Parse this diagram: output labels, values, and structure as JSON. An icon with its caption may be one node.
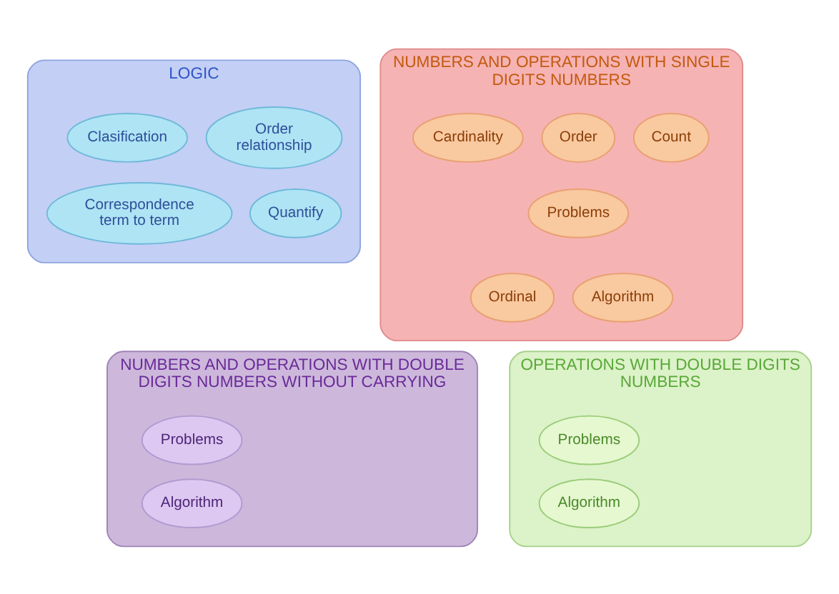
{
  "diagram": {
    "nodes": [
      {
        "text": [
          "LOGIC"
        ]
      },
      {
        "text": [
          "Clasification"
        ],
        "in": 0
      },
      {
        "text": [
          "Order relationship"
        ],
        "in": 0
      },
      {
        "text": [
          "Correspondence term to term"
        ],
        "in": 0
      },
      {
        "text": [
          "Quantify"
        ],
        "in": 0
      },
      {
        "text": [
          "NUMBERS AND OPERATIONS WITH DOUBLE DIGITS NUMBERS WITHOUT CARRYING"
        ]
      },
      {
        "text": [
          "Problems"
        ],
        "in": 5
      },
      {
        "text": [
          "Algorithm"
        ],
        "in": 5
      },
      {
        "text": [
          "NUMBERS AND OPERATIONS WITH SINGLE DIGITS NUMBERS"
        ]
      },
      {
        "text": [
          "Count"
        ],
        "in": 8
      },
      {
        "text": [
          "Order"
        ],
        "in": 8
      },
      {
        "text": [
          "Cardinality"
        ],
        "in": 8
      },
      {
        "text": [
          "Problems"
        ],
        "in": 8
      },
      {
        "text": [
          "Ordinal"
        ],
        "in": 8
      },
      {
        "text": [
          "Algorithm"
        ],
        "in": 8
      },
      {
        "text": [
          "OPERATIONS WITH DOUBLE DIGITS NUMBERS"
        ]
      },
      {
        "text": [
          "Problems"
        ],
        "in": 15
      },
      {
        "text": [
          "Algorithm"
        ],
        "in": 15
      }
    ]
  }
}
